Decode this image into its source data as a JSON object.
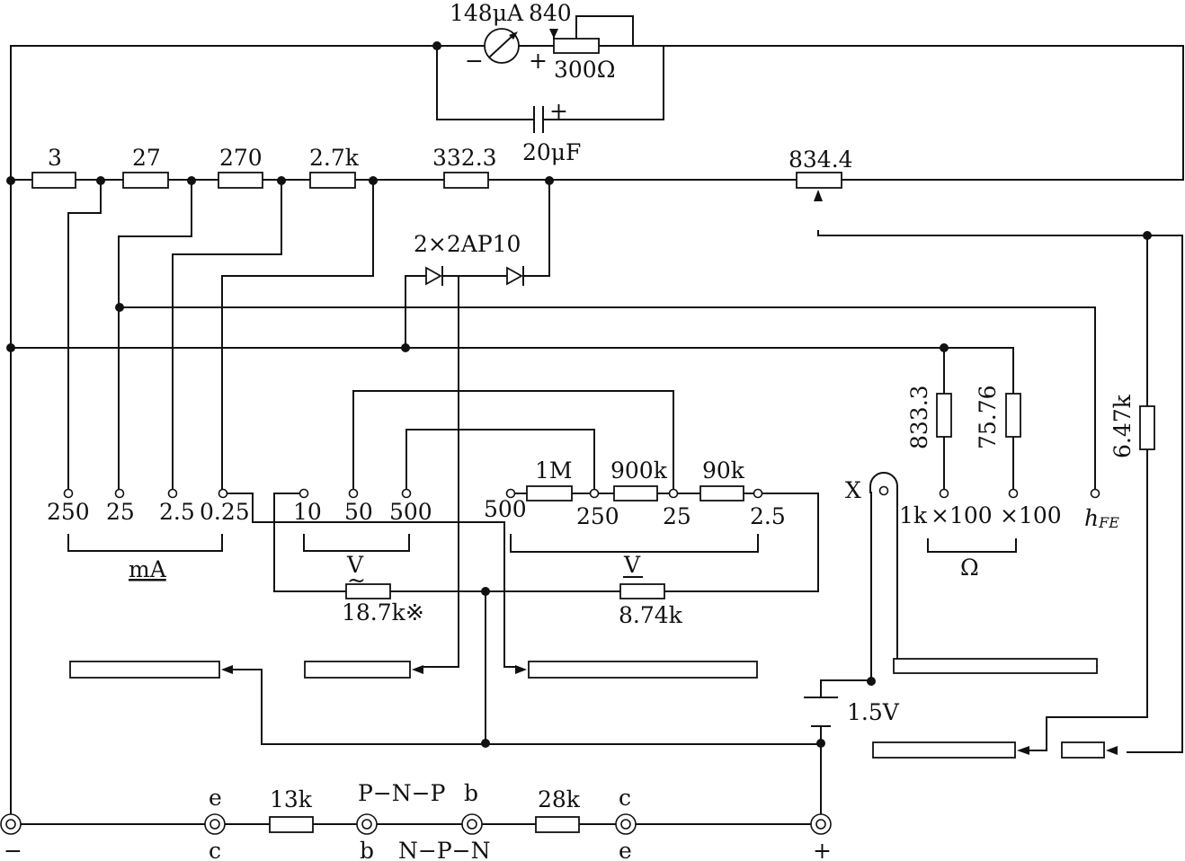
{
  "meter": {
    "current": "148μA",
    "resistance": "840"
  },
  "labels": {
    "meter_minus": "−",
    "meter_plus": "+",
    "pot_300": "300Ω",
    "cap_plus": "+",
    "cap_20uF": "20μF",
    "r_3": "3",
    "r_27": "27",
    "r_270": "270",
    "r_2_7k": "2.7k",
    "r_332_3": "332.3",
    "r_834_4": "834.4",
    "diodes": "2×2AP10",
    "r_833_3": "833.3",
    "r_75_76": "75.76",
    "r_6_47k": "6.47k",
    "r_1M": "1M",
    "r_900k": "900k",
    "r_90k": "90k",
    "r_18_7k": "18.7k※",
    "r_8_74k": "8.74k",
    "x_terminal": "X",
    "battery": "1.5V",
    "r_13k": "13k",
    "r_28k": "28k",
    "ma_unit": "mA",
    "acv_unit": "V",
    "acv_tilde": "~",
    "dcv_unit": "V",
    "ohm_unit": "Ω",
    "hfe_h": "h",
    "hfe_sub": "FE",
    "pnp": "P−N−P",
    "npn": "N−P−N",
    "term_e_top": "e",
    "term_c_bottom": "c",
    "term_b_top": "b",
    "term_c_top": "c",
    "term_b_bottom": "b",
    "term_e_bottom": "e",
    "term_minus": "−",
    "term_plus": "+"
  },
  "ranges": {
    "ma": [
      "250",
      "25",
      "2.5",
      "0.25"
    ],
    "acv": [
      "10",
      "50",
      "500"
    ],
    "dcv": [
      "500",
      "250",
      "25",
      "2.5"
    ],
    "ohm": [
      "1k",
      "×100",
      "×100"
    ]
  }
}
